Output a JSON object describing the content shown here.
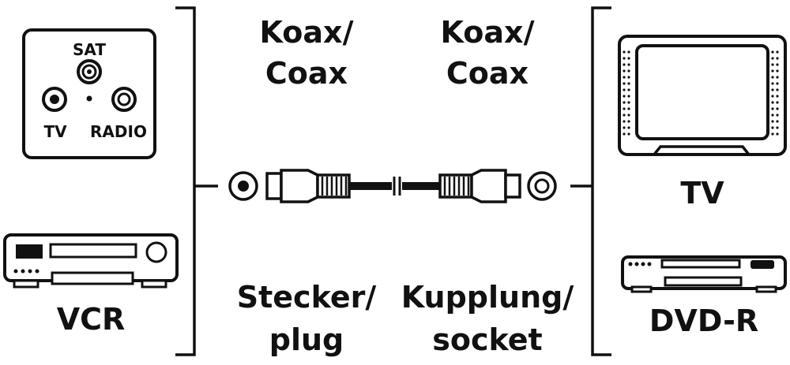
{
  "wall_socket": {
    "sat_label": "SAT",
    "tv_label": "TV",
    "radio_label": "RADIO"
  },
  "left_devices": {
    "vcr_label": "VCR"
  },
  "right_devices": {
    "tv_label": "TV",
    "dvd_label": "DVD-R"
  },
  "cable": {
    "left_top_line1": "Koax/",
    "left_top_line2": "Coax",
    "right_top_line1": "Koax/",
    "right_top_line2": "Coax",
    "left_bottom_line1": "Stecker/",
    "left_bottom_line2": "plug",
    "right_bottom_line1": "Kupplung/",
    "right_bottom_line2": "socket"
  },
  "colors": {
    "ink": "#111111",
    "paper": "#ffffff"
  }
}
